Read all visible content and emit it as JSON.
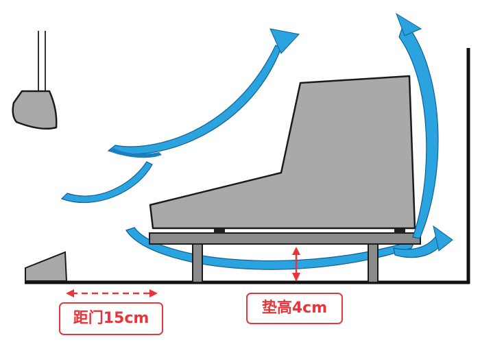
{
  "labels": {
    "door_distance": "距门15cm",
    "raise_height": "垫高4cm"
  },
  "colors": {
    "airflow": "#2aa3df",
    "airflow_dark": "#1a7fc0",
    "annotation": "#e8353a",
    "sofa": "#a9a9a9",
    "frame": "#8a8a8a",
    "outline": "#1a1a1a"
  },
  "icons": [
    "airflow-arrow",
    "ceiling-lamp",
    "door-stopper",
    "measurement-arrow"
  ]
}
